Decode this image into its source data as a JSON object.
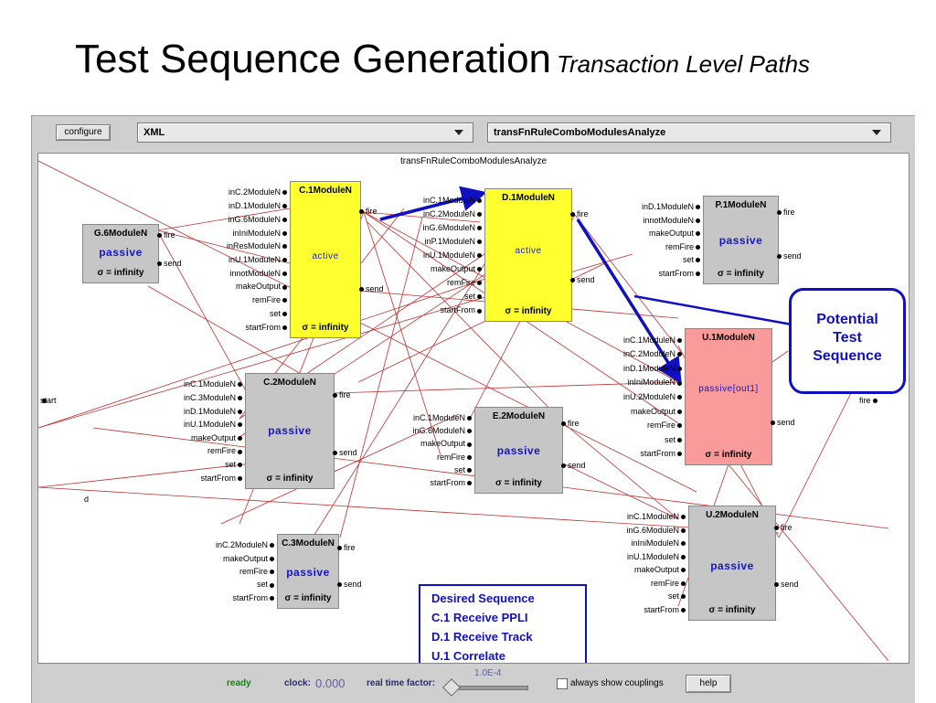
{
  "slide": {
    "title": "Test Sequence Generation",
    "subtitle": "Transaction Level Paths"
  },
  "toolbar": {
    "configure_label": "configure",
    "model_select": "XML",
    "analyzer_select": "transFnRuleComboModulesAnalyze"
  },
  "canvas": {
    "title": "transFnRuleComboModulesAnalyze",
    "start_label": "start",
    "right_fire_label": "fire",
    "d_label": "d"
  },
  "blocks": {
    "g6": {
      "name": "G.6ModuleN",
      "state": "passive",
      "sigma": "σ = infinity",
      "inputs": [],
      "outputs": [
        "fire",
        "send"
      ]
    },
    "c1": {
      "name": "C.1ModuleN",
      "state": "active",
      "sigma": "σ = infinity",
      "inputs": [
        "inC.2ModuleN",
        "inD.1ModuleN",
        "inG.6ModuleN",
        "inIniModuleN",
        "inResModuleN",
        "inU.1ModuleN",
        "innotModuleN",
        "makeOutput",
        "remFire",
        "set",
        "startFrom"
      ],
      "outputs": [
        "fire",
        "send"
      ]
    },
    "d1": {
      "name": "D.1ModuleN",
      "state": "active",
      "sigma": "σ = infinity",
      "inputs": [
        "inC.1ModuleN",
        "inC.2ModuleN",
        "inG.6ModuleN",
        "inP.1ModuleN",
        "inU.1ModuleN",
        "makeOutput",
        "remFire",
        "set",
        "startFrom"
      ],
      "outputs": [
        "fire",
        "send"
      ]
    },
    "p1": {
      "name": "P.1ModuleN",
      "state": "passive",
      "sigma": "σ = infinity",
      "inputs": [
        "inD.1ModuleN",
        "innotModuleN",
        "makeOutput",
        "remFire",
        "set",
        "startFrom"
      ],
      "outputs": [
        "fire",
        "send"
      ]
    },
    "c2": {
      "name": "C.2ModuleN",
      "state": "passive",
      "sigma": "σ = infinity",
      "inputs": [
        "inC.1ModuleN",
        "inC.3ModuleN",
        "inD.1ModuleN",
        "inU.1ModuleN",
        "makeOutput",
        "remFire",
        "set",
        "startFrom"
      ],
      "outputs": [
        "fire",
        "send"
      ]
    },
    "e2": {
      "name": "E.2ModuleN",
      "state": "passive",
      "sigma": "σ = infinity",
      "inputs": [
        "inC.1ModuleN",
        "inG.6ModuleN",
        "makeOutput",
        "remFire",
        "set",
        "startFrom"
      ],
      "outputs": [
        "fire",
        "send"
      ]
    },
    "u1": {
      "name": "U.1ModuleN",
      "state": "passive[out1]",
      "sigma": "σ = infinity",
      "inputs": [
        "inC.1ModuleN",
        "inC.2ModuleN",
        "inD.1ModuleN",
        "inIniModuleN",
        "inU.2ModuleN",
        "makeOutput",
        "remFire",
        "set",
        "startFrom"
      ],
      "outputs": [
        "send"
      ]
    },
    "c3": {
      "name": "C.3ModuleN",
      "state": "passive",
      "sigma": "σ = infinity",
      "inputs": [
        "inC.2ModuleN",
        "makeOutput",
        "remFire",
        "set",
        "startFrom"
      ],
      "outputs": [
        "fire",
        "send"
      ]
    },
    "u2": {
      "name": "U.2ModuleN",
      "state": "passive",
      "sigma": "σ = infinity",
      "inputs": [
        "inC.1ModuleN",
        "inG.6ModuleN",
        "inIniModuleN",
        "inU.1ModuleN",
        "makeOutput",
        "remFire",
        "set",
        "startFrom"
      ],
      "outputs": [
        "fire",
        "send"
      ]
    }
  },
  "callout": {
    "lines": [
      "Potential",
      "Test",
      "Sequence"
    ]
  },
  "desired_sequence": {
    "lines": [
      "Desired Sequence",
      "C.1 Receive PPLI",
      "D.1 Receive Track",
      "U.1 Correlate"
    ]
  },
  "status": {
    "state": "ready",
    "clock_label": "clock:",
    "clock_value": "0.000",
    "rtf_label": "real time factor:",
    "rtf_value": "1.0E-4",
    "show_couplings_label": "always show couplings",
    "show_couplings_checked": false,
    "help_label": "help"
  },
  "colors": {
    "active_block": "#ffff2e",
    "passive_block": "#c6c6c6",
    "output_block": "#fa9b9b",
    "coupling_wire": "#c03030",
    "highlight_path": "#1010c0",
    "ready_status": "#0a8a0a"
  }
}
